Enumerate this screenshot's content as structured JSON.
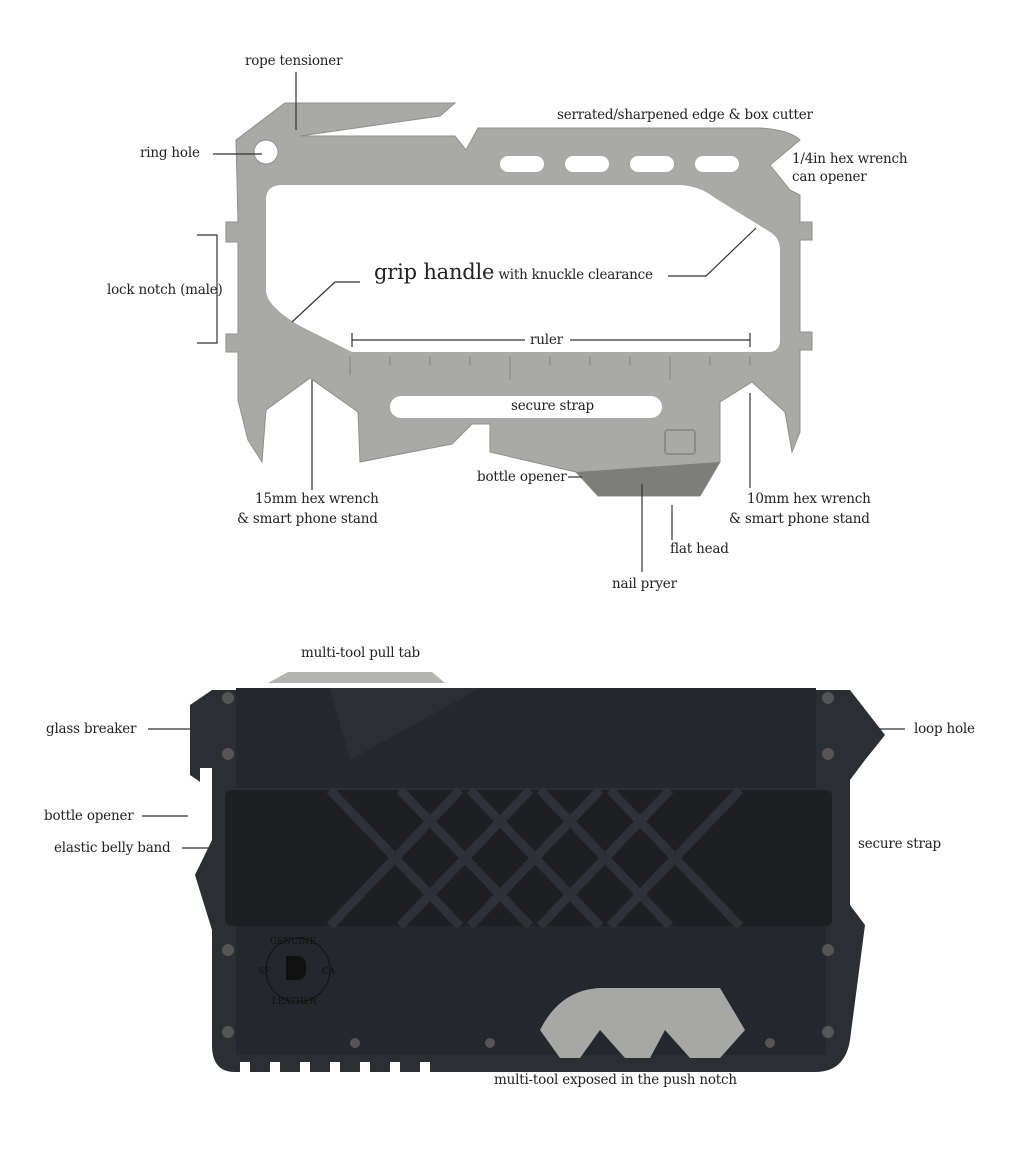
{
  "multitool": {
    "labels": {
      "rope_tensioner": "rope tensioner",
      "serrated_edge": "serrated/sharpened edge & box cutter",
      "ring_hole": "ring hole",
      "hex_wrench_quarter": "1/4in hex wrench",
      "can_opener": "can opener",
      "lock_notch": "lock notch (male)",
      "grip_handle": "grip handle",
      "grip_handle_sub": "with knuckle clearance",
      "ruler": "ruler",
      "secure_strap": "secure strap",
      "bottle_opener": "bottle opener",
      "hex_15mm": "15mm hex wrench",
      "hex_15mm_sub": "& smart phone stand",
      "hex_10mm": "10mm hex wrench",
      "hex_10mm_sub": "& smart phone stand",
      "flat_head": "flat head",
      "nail_pryer": "nail pryer"
    },
    "color": "#a9a9a7"
  },
  "wallet": {
    "labels": {
      "pull_tab": "multi-tool pull tab",
      "glass_breaker": "glass breaker",
      "loop_hole": "loop hole",
      "bottle_opener": "bottle opener",
      "belly_band": "elastic belly band",
      "secure_strap": "secure strap",
      "push_notch": "multi-tool exposed in the push notch"
    },
    "stamp": {
      "line1": "GENUINE",
      "line2": "LEATHER",
      "left": "SF",
      "right": "CA"
    },
    "color": "#23272d"
  }
}
